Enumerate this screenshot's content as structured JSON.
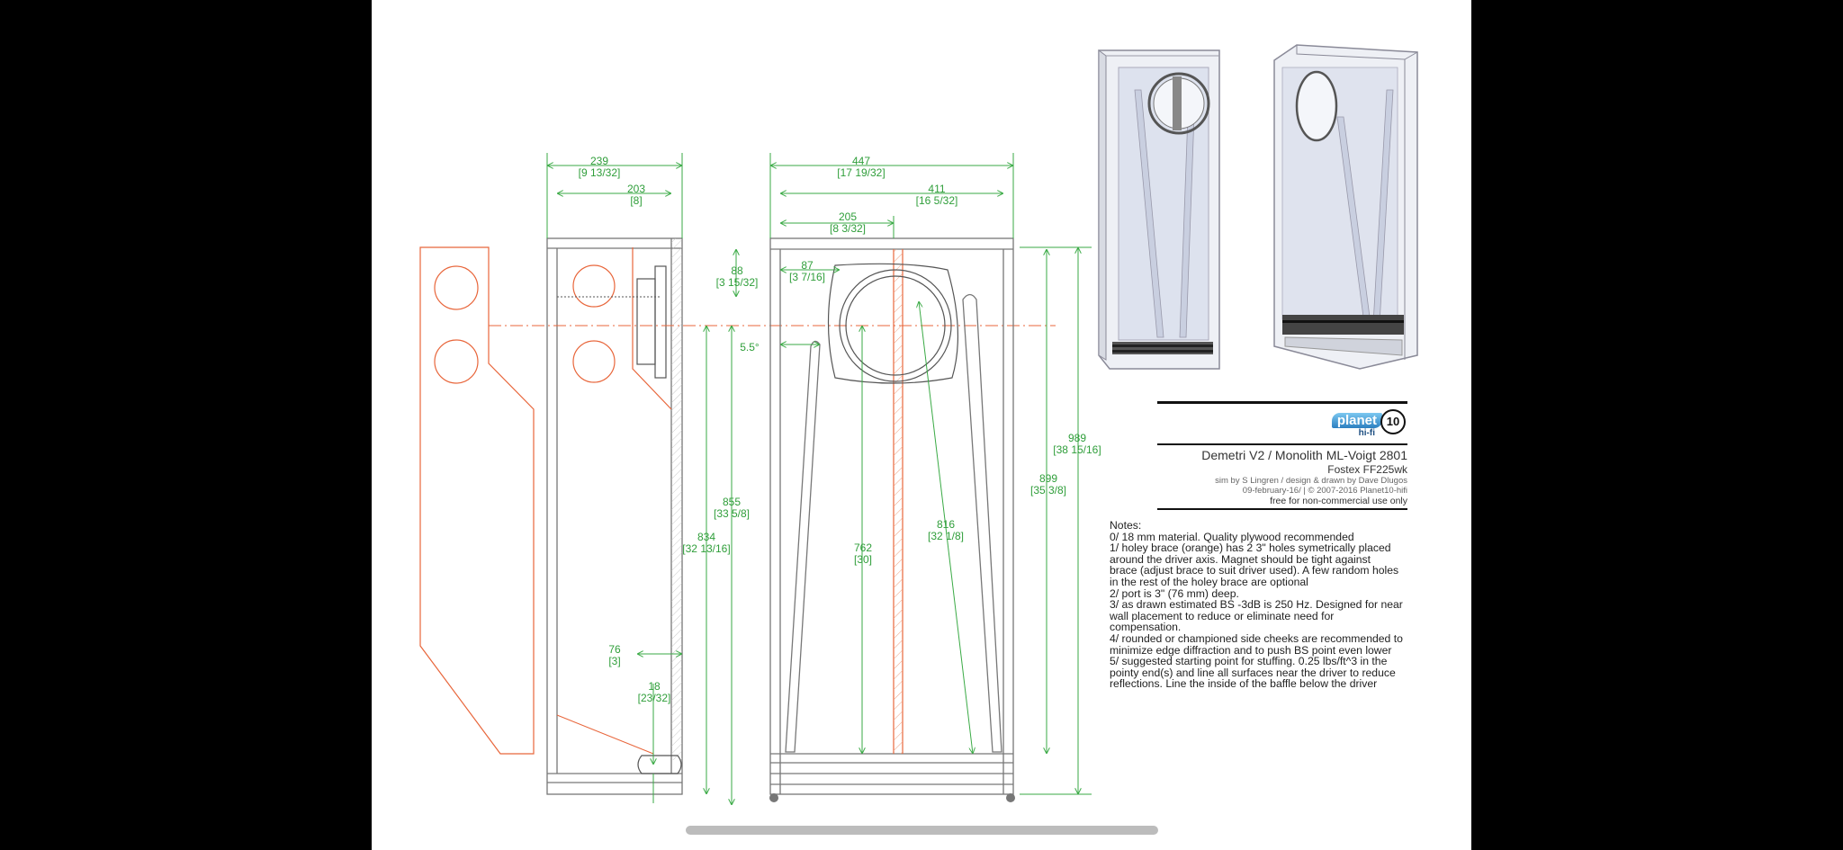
{
  "dimensions": {
    "side_overall": {
      "mm": "239",
      "in": "[9 13/32]"
    },
    "side_inner": {
      "mm": "203",
      "in": "[8]"
    },
    "front_overall": {
      "mm": "447",
      "in": "[17 19/32]"
    },
    "front_inner": {
      "mm": "411",
      "in": "[16 5/32]"
    },
    "front_half": {
      "mm": "205",
      "in": "[8 3/32]"
    },
    "top_offset": {
      "mm": "88",
      "in": "[3 15/32]"
    },
    "driver_offset": {
      "mm": "87",
      "in": "[3 7/16]"
    },
    "angle": "5.5°",
    "height_855": {
      "mm": "855",
      "in": "[33 5/8]"
    },
    "height_834": {
      "mm": "834",
      "in": "[32 13/16]"
    },
    "height_989": {
      "mm": "989",
      "in": "[38 15/16]"
    },
    "height_899": {
      "mm": "899",
      "in": "[35 3/8]"
    },
    "brace_816": {
      "mm": "816",
      "in": "[32 1/8]"
    },
    "center_762": {
      "mm": "762",
      "in": "[30]"
    },
    "port_76": {
      "mm": "76",
      "in": "[3]"
    },
    "port_18": {
      "mm": "18",
      "in": "[23/32]"
    }
  },
  "title_block": {
    "logo_text": "planet",
    "logo_sub": "hi-fi",
    "logo_number": "10",
    "title": "Demetri V2 / Monolith ML-Voigt 2801",
    "driver": "Fostex FF225wk",
    "credit": "sim by S Lingren / design & drawn by Dave Dlugos",
    "date": "09-february-16/ | © 2007-2016 Planet10-hifi",
    "license": "free for non-commercial use only"
  },
  "notes": {
    "heading": "Notes:",
    "lines": [
      "0/ 18 mm material. Quality plywood recommended",
      "1/ holey brace (orange) has 2 3\" holes symetrically placed",
      "around the driver axis. Magnet should be tight against",
      "brace (adjust brace to suit driver used). A few random holes",
      "in the rest of the holey brace are optional",
      "2/ port is 3\" (76 mm) deep.",
      "3/ as drawn estimated BS -3dB is 250 Hz. Designed for near",
      "wall placement to reduce or eliminate need for",
      "compensation.",
      "4/ rounded or championed side cheeks are recommended to",
      "minimize edge diffraction and to push BS point even lower",
      "5/ suggested starting point for stuffing. 0.25 lbs/ft^3 in the",
      "pointy end(s) and line all surfaces near the driver to reduce",
      "reflections. Line the inside of the baffle below the driver"
    ]
  },
  "colors": {
    "dimension": "#3aaa45",
    "brace": "#e8663b",
    "background": "#000000",
    "sheet": "#ffffff"
  }
}
